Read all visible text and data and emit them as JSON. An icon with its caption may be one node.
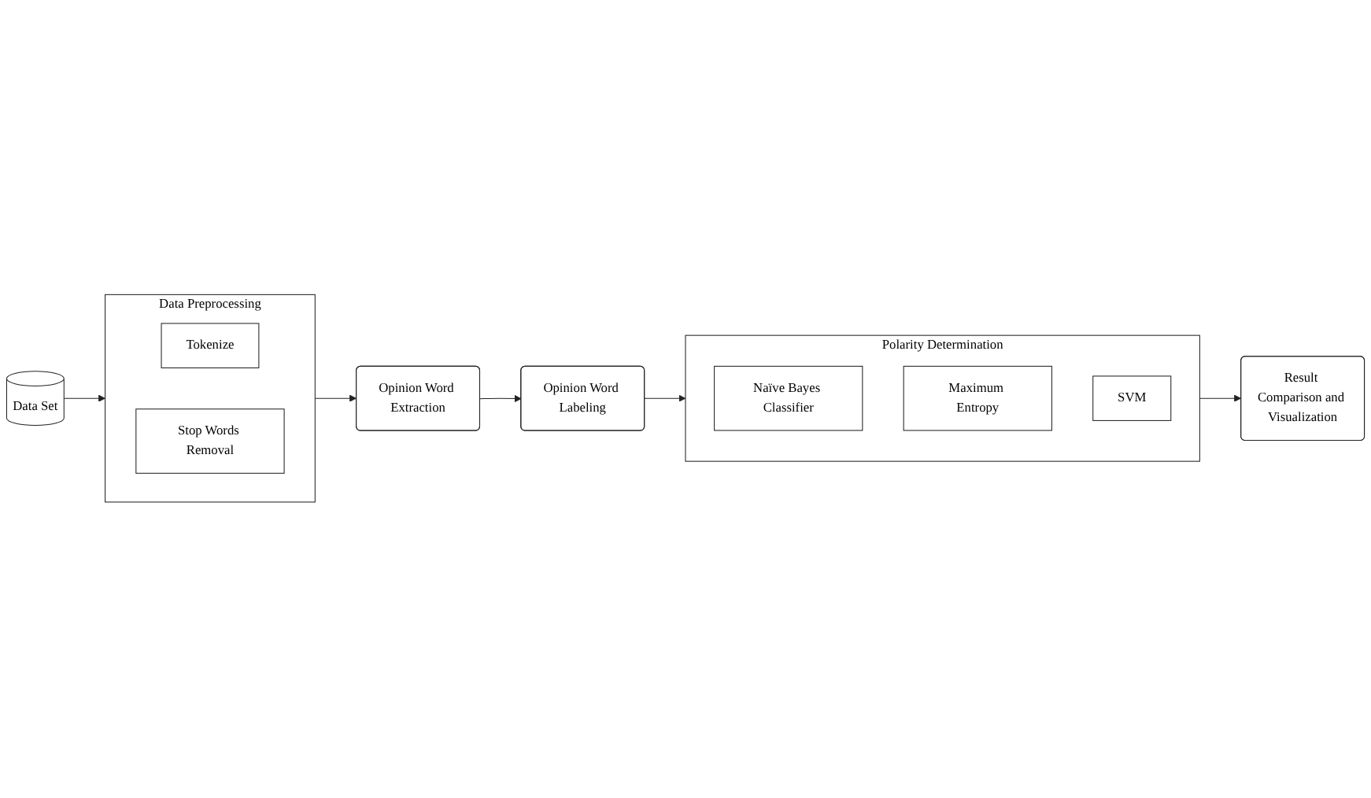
{
  "diagram": {
    "nodes": [
      {
        "text": [
          "Data Set"
        ]
      },
      {
        "text": [
          "Data Preprocessing"
        ]
      },
      {
        "text": [
          "Tokenize"
        ],
        "in": 1
      },
      {
        "text": [
          "Stop Words Removal"
        ],
        "in": 1
      },
      {
        "text": [
          "Opinion Word Extraction"
        ]
      },
      {
        "text": [
          "Opinion Word Labeling"
        ]
      },
      {
        "text": [
          "Polarity Determination"
        ]
      },
      {
        "text": [
          "Naïve Bayes Classifier"
        ],
        "in": 6
      },
      {
        "text": [
          "Maximum Entropy"
        ],
        "in": 6
      },
      {
        "text": [
          "SVM"
        ],
        "in": 6
      },
      {
        "text": [
          "Result Comparison and Visualization"
        ]
      }
    ],
    "edges": [
      {
        "from": 0,
        "to": 1,
        "arrow": "to"
      },
      {
        "from": 1,
        "to": 4,
        "arrow": "to"
      },
      {
        "from": 4,
        "to": 5,
        "arrow": "to"
      },
      {
        "from": 5,
        "to": 6,
        "arrow": "to"
      },
      {
        "from": 6,
        "to": 10,
        "arrow": "to"
      }
    ]
  }
}
